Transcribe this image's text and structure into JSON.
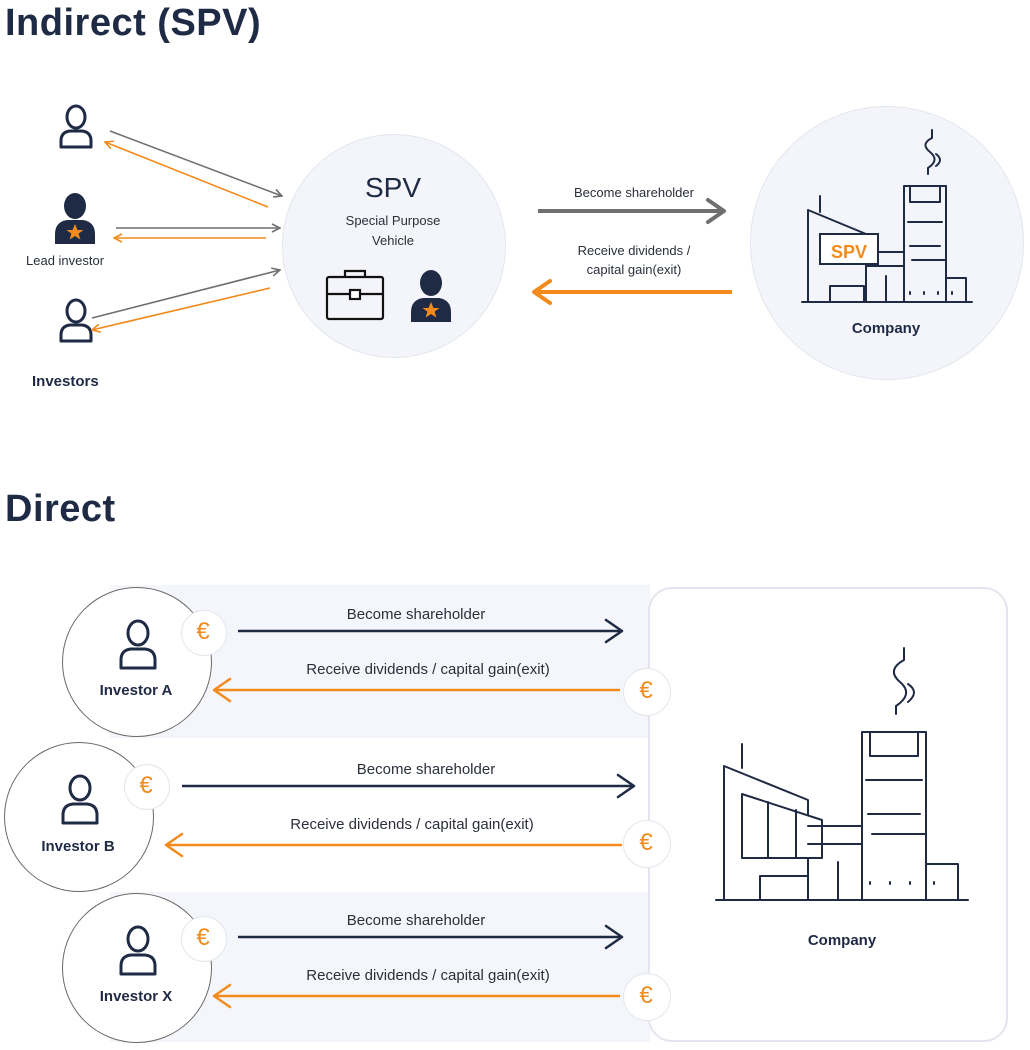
{
  "indirect": {
    "title": "Indirect (SPV)",
    "spv_title": "SPV",
    "spv_subtitle_1": "Special Purpose",
    "spv_subtitle_2": "Vehicle",
    "lead_investor_label": "Lead investor",
    "investors_label": "Investors",
    "become_shareholder": "Become shareholder",
    "receive_1": "Receive dividends /",
    "receive_2": "capital gain(exit)",
    "company_label": "Company",
    "company_sign": "SPV"
  },
  "direct": {
    "title": "Direct",
    "investors": [
      {
        "name": "Investor A",
        "become": "Become shareholder",
        "receive": "Receive dividends / capital gain(exit)"
      },
      {
        "name": "Investor B",
        "become": "Become shareholder",
        "receive": "Receive dividends / capital gain(exit)"
      },
      {
        "name": "Investor X",
        "become": "Become shareholder",
        "receive": "Receive dividends / capital gain(exit)"
      }
    ],
    "company_label": "Company",
    "currency_symbol": "€"
  },
  "colors": {
    "navy": "#1f2a44",
    "orange": "#f28a1c",
    "gray_arrow": "#6f6f6f",
    "circle_fill": "#f4f5fa",
    "band_fill": "#f5f6fb"
  }
}
